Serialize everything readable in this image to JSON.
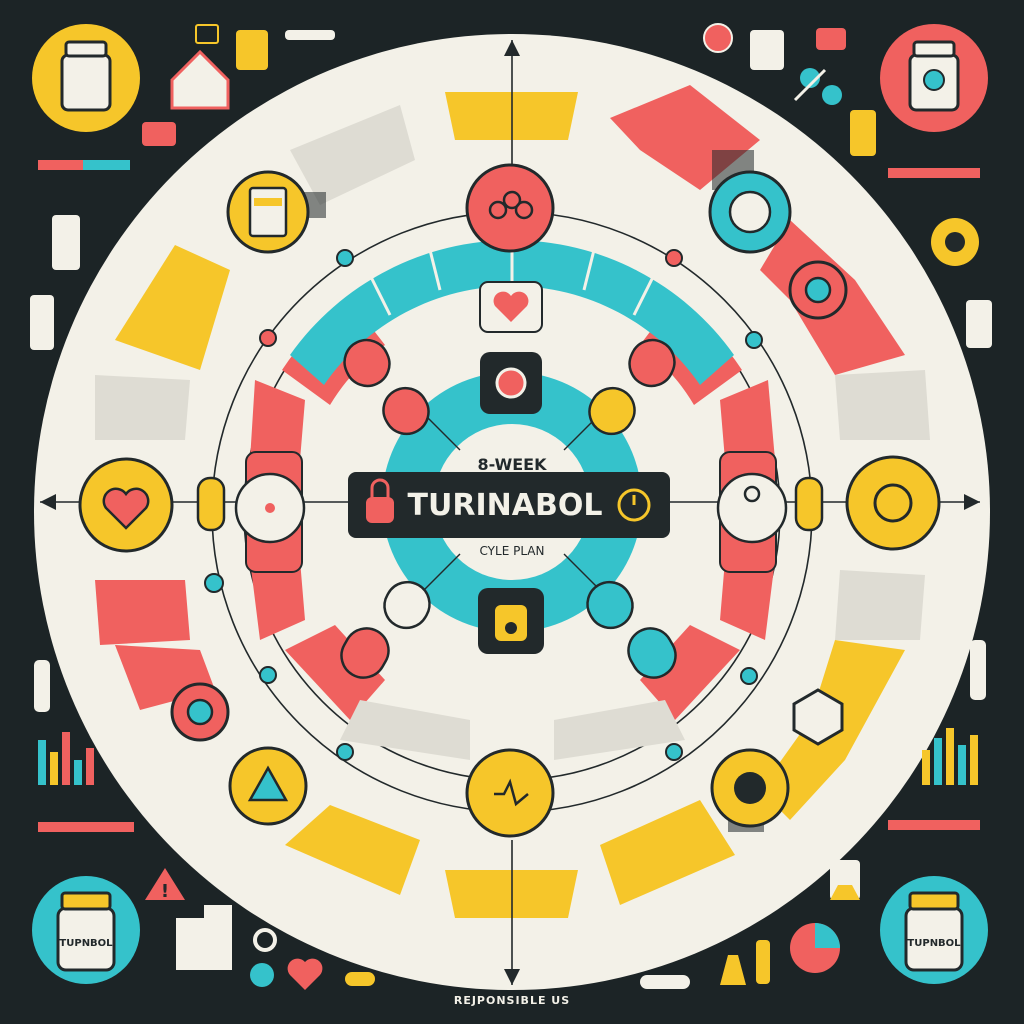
{
  "center": {
    "line1": "8-WEEK",
    "line2": "TURINABOL",
    "line3": "CYLE PLAN"
  },
  "bottom_label": "REJPONSIBLE US",
  "bottle_labels": {
    "bottom_left": "TUPNBOL",
    "bottom_right": "TUPNBOL"
  },
  "colors": {
    "background": "#1c2426",
    "ring": "#f3f1e8",
    "red": "#f0615f",
    "yellow": "#f6c62a",
    "teal": "#35c2cb",
    "dark": "#22292b",
    "gray": "#dedcd3"
  },
  "icons": {
    "top_left": "pill-bottle-icon",
    "top_right": "pill-bottle-icon",
    "bottom_left": "pill-bottle-icon",
    "bottom_right": "pill-bottle-icon",
    "left_node": "heart-icon",
    "right_node": "virus-icon",
    "warning": "warning-icon"
  }
}
